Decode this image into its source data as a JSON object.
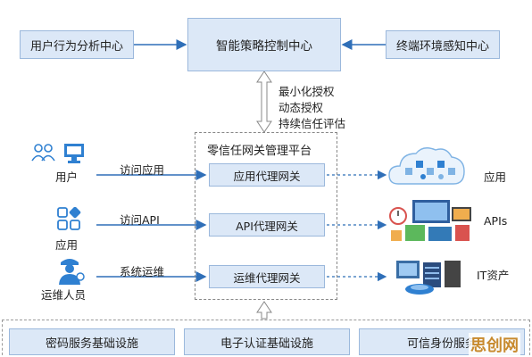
{
  "top": {
    "center": "智能策略控制中心",
    "left": "用户行为分析中心",
    "right": "终端环境感知中心"
  },
  "policy_labels": [
    "最小化授权",
    "动态授权",
    "持续信任评估"
  ],
  "platform": {
    "title": "零信任网关管理平台",
    "gateways": [
      "应用代理网关",
      "API代理网关",
      "运维代理网关"
    ]
  },
  "subjects": [
    {
      "name": "用户",
      "action": "访问应用",
      "icon": "users-computer-icon"
    },
    {
      "name": "应用",
      "action": "访问API",
      "icon": "app-grid-icon"
    },
    {
      "name": "运维人员",
      "action": "系统运维",
      "icon": "operator-icon"
    }
  ],
  "resources": [
    {
      "name": "应用",
      "icon": "cloud-apps-icon"
    },
    {
      "name": "APIs",
      "icon": "api-collage-icon"
    },
    {
      "name": "IT资产",
      "icon": "it-assets-icon"
    }
  ],
  "bottom": [
    "密码服务基础设施",
    "电子认证基础设施",
    "可信身份服务"
  ],
  "watermark": "思创网",
  "colors": {
    "box_fill": "#dce8f7",
    "box_border": "#9bb8dc",
    "icon_blue": "#2f80d1"
  }
}
